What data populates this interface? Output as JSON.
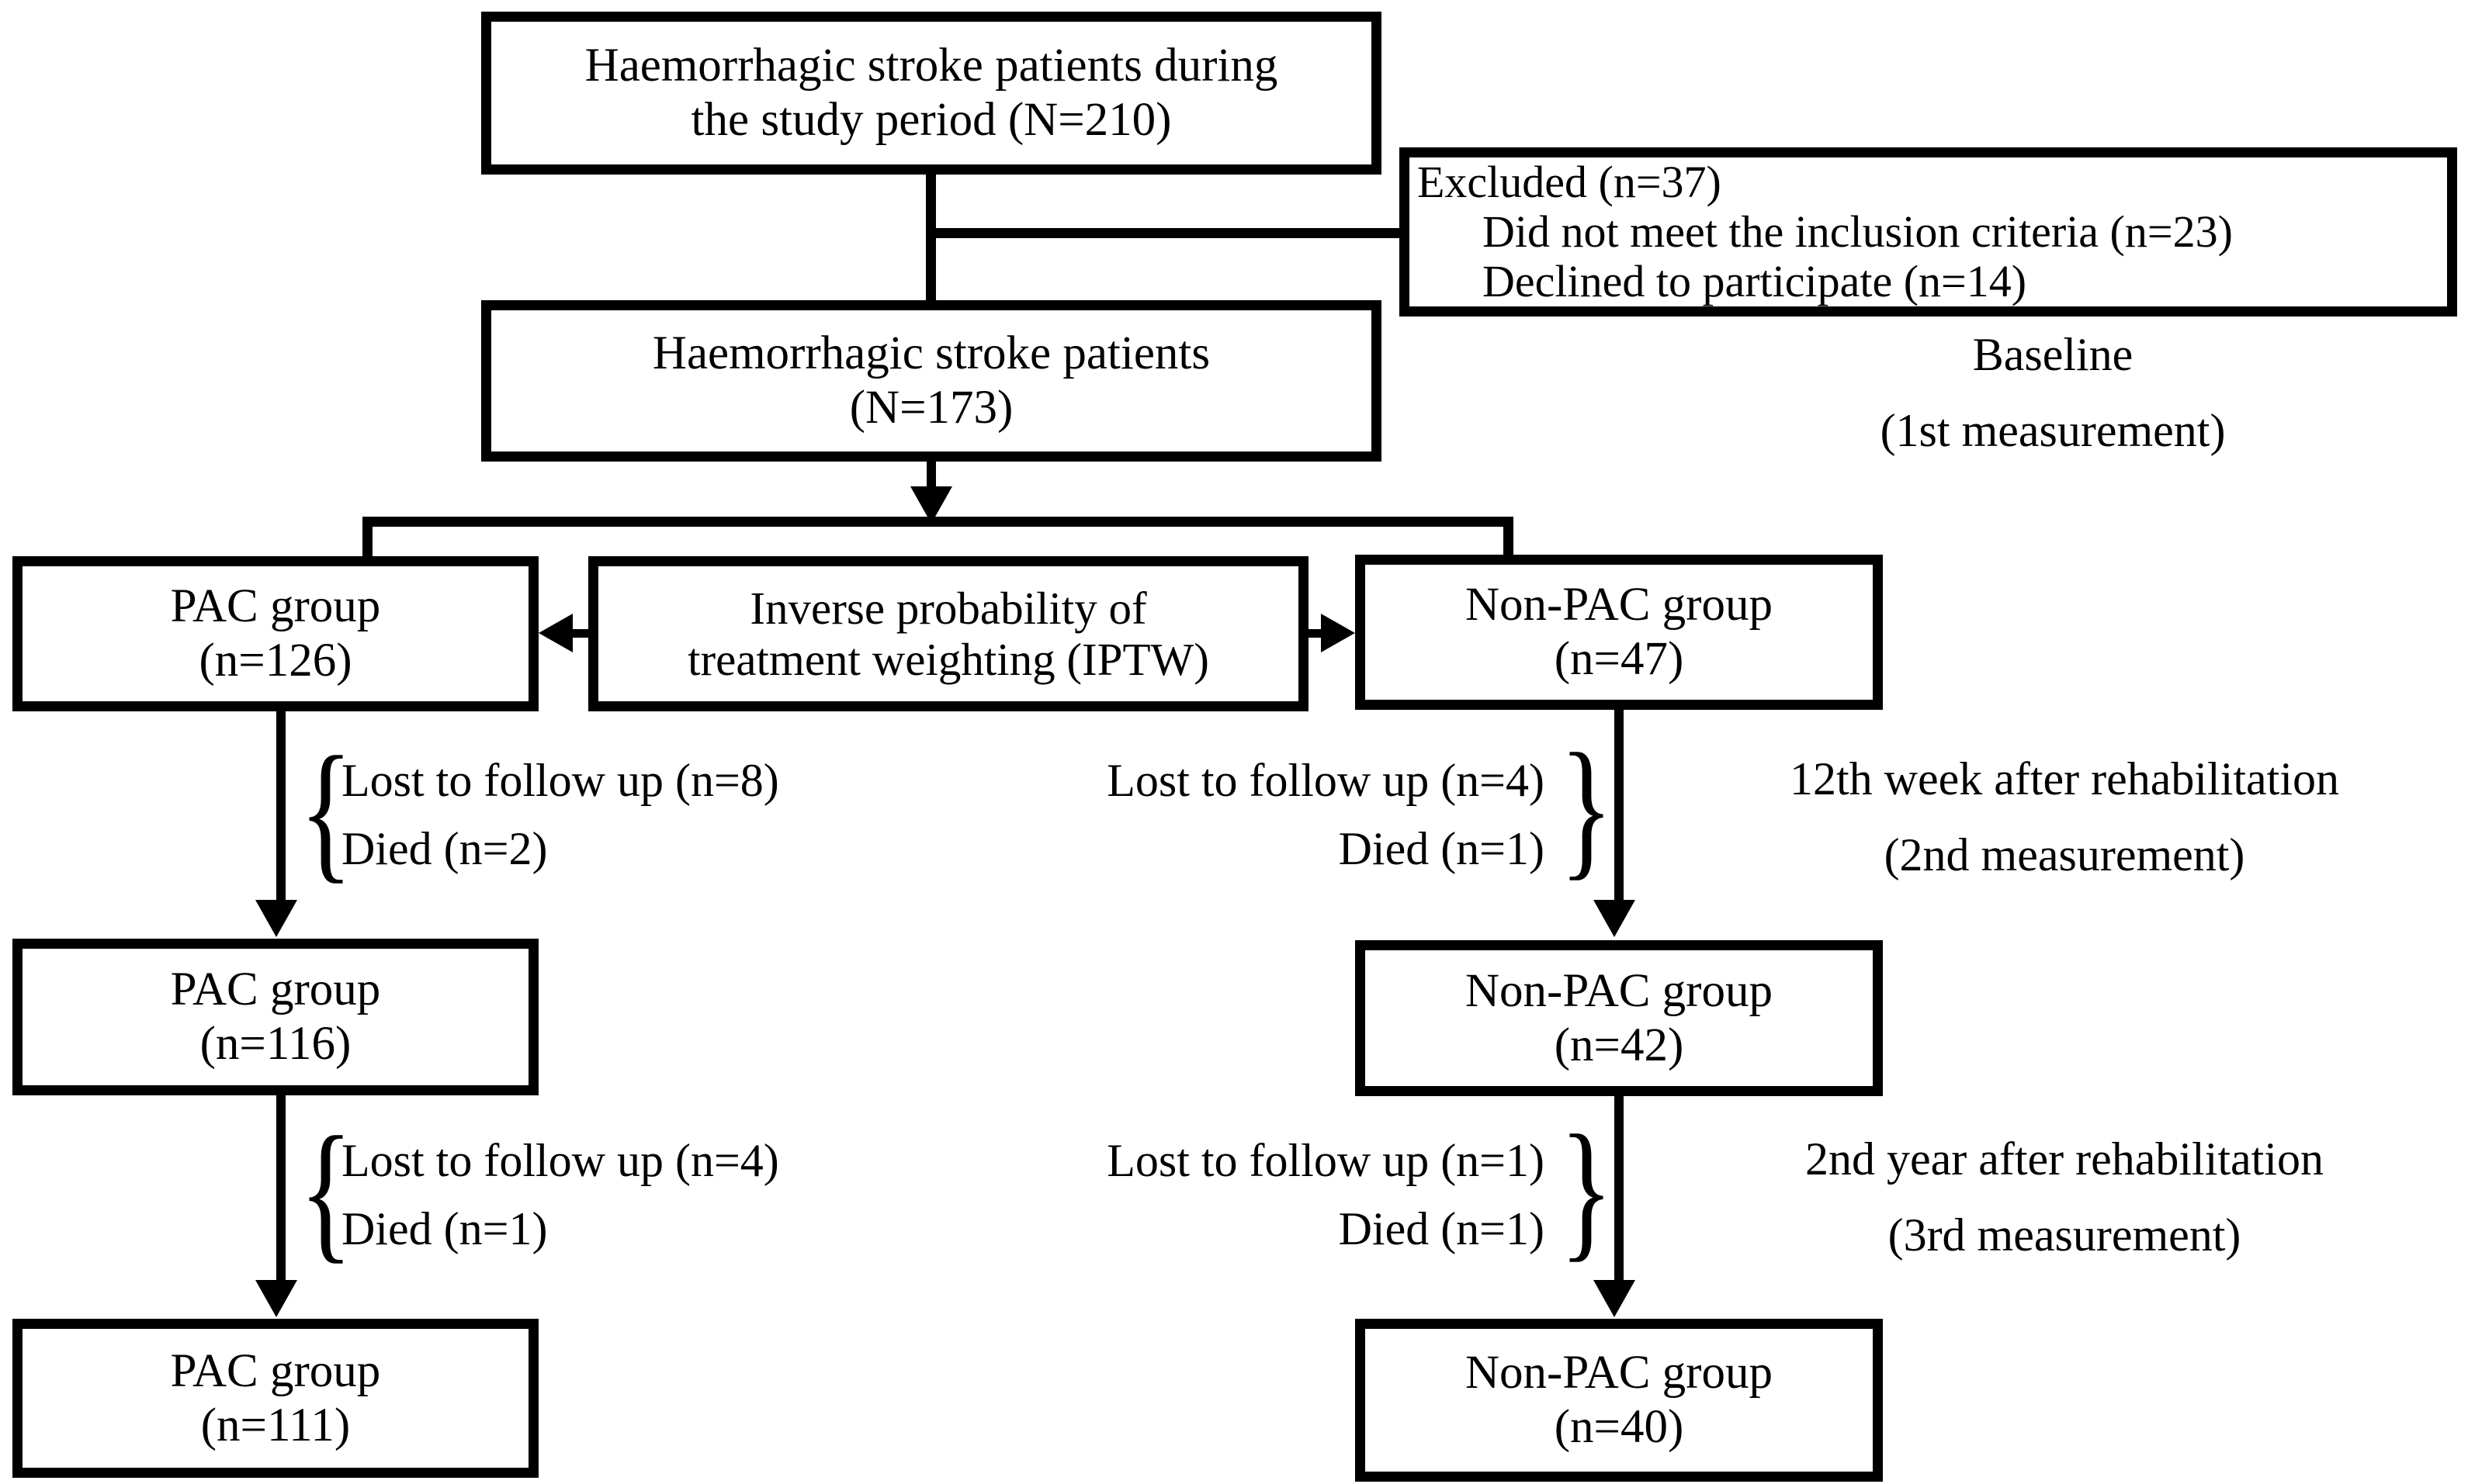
{
  "diagram": {
    "boxes": {
      "total": {
        "line1": "Haemorrhagic stroke patients during",
        "line2": "the study period (N=210)"
      },
      "excluded": {
        "line1": "Excluded (n=37)",
        "line2": "Did not meet the inclusion criteria (n=23)",
        "line3": "Declined to participate (n=14)"
      },
      "enrolled": {
        "line1": "Haemorrhagic stroke patients",
        "line2": "(N=173)"
      },
      "pac1": {
        "line1": "PAC group",
        "line2": "(n=126)"
      },
      "iptw": {
        "line1": "Inverse probability of",
        "line2": "treatment weighting (IPTW)"
      },
      "nonpac1": {
        "line1": "Non-PAC group",
        "line2": "(n=47)"
      },
      "pac2": {
        "line1": "PAC group",
        "line2": "(n=116)"
      },
      "nonpac2": {
        "line1": "Non-PAC group",
        "line2": "(n=42)"
      },
      "pac3": {
        "line1": "PAC group",
        "line2": "(n=111)"
      },
      "nonpac3": {
        "line1": "Non-PAC group",
        "line2": "(n=40)"
      }
    },
    "losses": {
      "pac_step1": {
        "line1": "Lost to follow up (n=8)",
        "line2": "Died (n=2)"
      },
      "nonpac_step1": {
        "line1": "Lost to follow up (n=4)",
        "line2": "Died (n=1)"
      },
      "pac_step2": {
        "line1": "Lost to follow up (n=4)",
        "line2": "Died (n=1)"
      },
      "nonpac_step2": {
        "line1": "Lost to follow up (n=1)",
        "line2": "Died (n=1)"
      }
    },
    "annotations": {
      "baseline": {
        "line1": "Baseline",
        "line2": "(1st measurement)"
      },
      "week12": {
        "line1": "12th week after rehabilitation",
        "line2": "(2nd measurement)"
      },
      "year2": {
        "line1": "2nd year after rehabilitation",
        "line2": "(3rd measurement)"
      }
    },
    "glyphs": {
      "brace_open": "{",
      "brace_close": "}"
    },
    "colors": {
      "line": "#000000",
      "background": "#ffffff"
    }
  }
}
